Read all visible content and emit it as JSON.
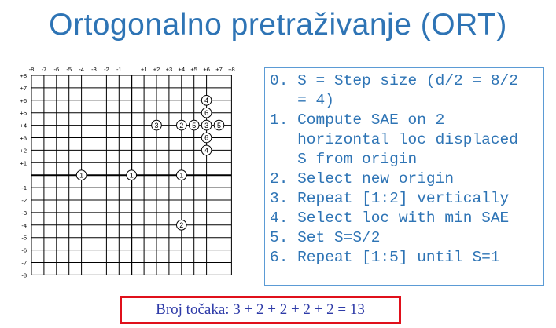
{
  "title": "Ortogonalno pretraživanje (ORT)",
  "grid": {
    "x_top_labels": [
      "-8",
      "-7",
      "-6",
      "-5",
      "-4",
      "-3",
      "-2",
      "-1",
      "+1",
      "+2",
      "+3",
      "+4",
      "+5",
      "+6",
      "+7",
      "+8"
    ],
    "x_top_values": [
      -8,
      -7,
      -6,
      -5,
      -4,
      -3,
      -2,
      -1,
      1,
      2,
      3,
      4,
      5,
      6,
      7,
      8
    ],
    "y_labels": [
      "+8",
      "+7",
      "+6",
      "+5",
      "+4",
      "+3",
      "+2",
      "+1",
      "-1",
      "-2",
      "-3",
      "-4",
      "-5",
      "-6",
      "-7",
      "-8"
    ],
    "y_values": [
      8,
      7,
      6,
      5,
      4,
      3,
      2,
      1,
      -1,
      -2,
      -3,
      -4,
      -5,
      -6,
      -7,
      -8
    ],
    "points": [
      {
        "x": -4,
        "y": 0,
        "label": "1"
      },
      {
        "x": 0,
        "y": 0,
        "label": "1"
      },
      {
        "x": 4,
        "y": 0,
        "label": "1"
      },
      {
        "x": 4,
        "y": -4,
        "label": "2"
      },
      {
        "x": 2,
        "y": 4,
        "label": "3"
      },
      {
        "x": 4,
        "y": 4,
        "label": "2"
      },
      {
        "x": 5,
        "y": 4,
        "label": "5"
      },
      {
        "x": 6,
        "y": 4,
        "label": "3"
      },
      {
        "x": 7,
        "y": 4,
        "label": "5"
      },
      {
        "x": 6,
        "y": 6,
        "label": "4"
      },
      {
        "x": 6,
        "y": 5,
        "label": "6"
      },
      {
        "x": 6,
        "y": 3,
        "label": "6"
      },
      {
        "x": 6,
        "y": 2,
        "label": "4"
      }
    ]
  },
  "steps": [
    "0. S = Step size (d/2 = 8/2",
    "   = 4)",
    "1. Compute SAE on 2",
    "   horizontal loc displaced",
    "   S from origin",
    "2. Select new origin",
    "3. Repeat [1:2] vertically",
    "4. Select loc with min SAE",
    "5. Set S=S/2",
    "6. Repeat [1:5] until S=1"
  ],
  "result": "Broj točaka: 3 + 2 + 2 + 2 + 2 = 13",
  "colors": {
    "title": "#2e74b5",
    "steps_text": "#2e74b5",
    "steps_border": "#5b9bd5",
    "result_border": "#e0101b",
    "result_text": "#2e3ba8"
  }
}
